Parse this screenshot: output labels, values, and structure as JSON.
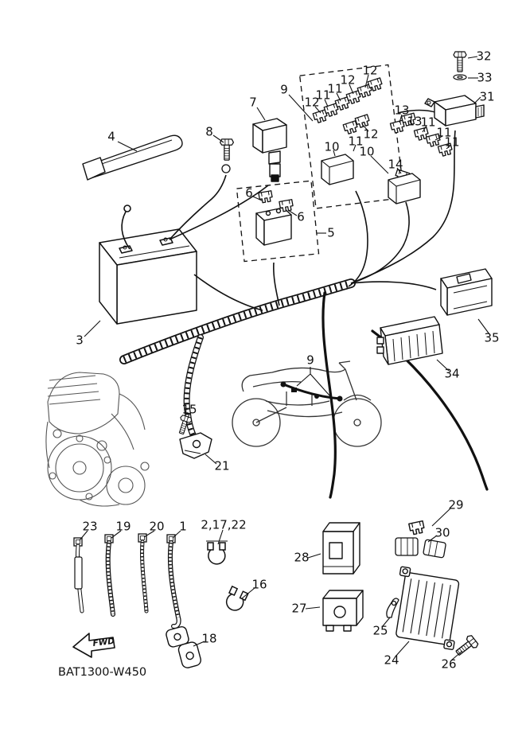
{
  "meta": {
    "code": "BAT1300-W450",
    "fwd": "FWD"
  },
  "callouts": {
    "n1": "1",
    "n2_17_22": "2,17,22",
    "n3": "3",
    "n4": "4",
    "n5": "5",
    "n6": "6",
    "n7": "7",
    "n8": "8",
    "n9": "9",
    "n10": "10",
    "n11": "11",
    "n12": "12",
    "n13": "13",
    "n14": "14",
    "n15": "15",
    "n16": "16",
    "n18": "18",
    "n19": "19",
    "n20": "20",
    "n21": "21",
    "n23": "23",
    "n24": "24",
    "n25": "25",
    "n26": "26",
    "n27": "27",
    "n28": "28",
    "n29": "29",
    "n30": "30",
    "n31": "31",
    "n32": "32",
    "n33": "33",
    "n34": "34",
    "n35": "35"
  }
}
